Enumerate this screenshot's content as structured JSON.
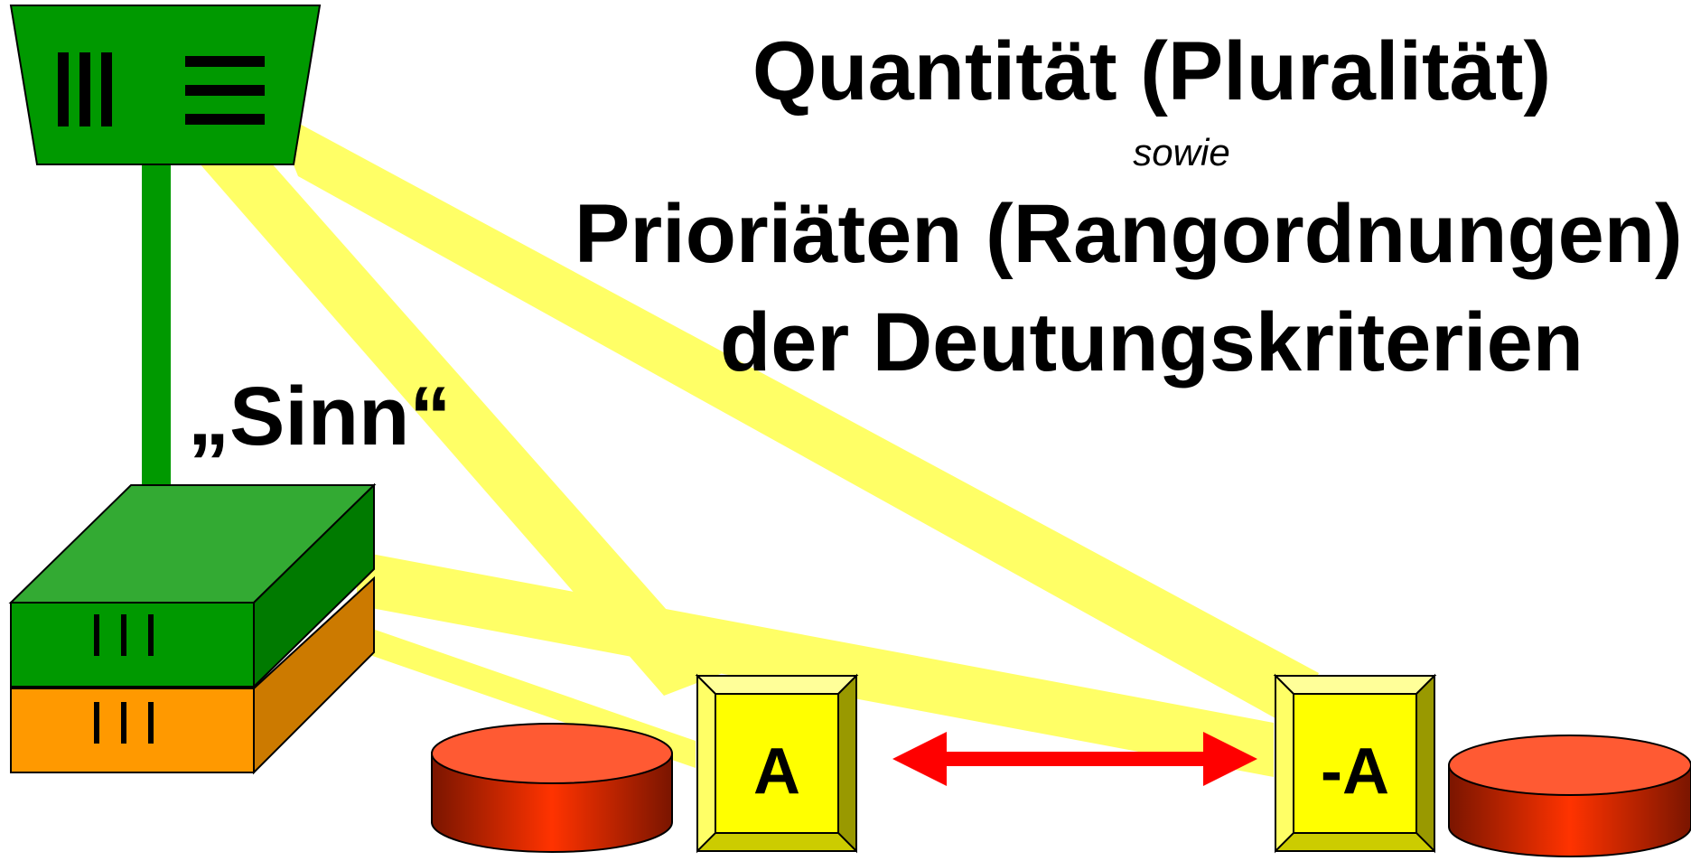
{
  "title": {
    "line1": "Quantität (Pluralität)",
    "connector": "sowie",
    "line2": "Prioriäten (Rangordnungen)",
    "line3": "der Deutungskriterien"
  },
  "sign_label": "„Sinn“",
  "boxes": {
    "left_label": "A",
    "right_label": "-A"
  },
  "colors": {
    "green": "#009900",
    "dark_green": "#007a00",
    "orange": "#ff9900",
    "beam_yellow": "#ffff66",
    "box_yellow": "#ffff00",
    "arrow_red": "#ff0000",
    "disc_red": "#ff3300"
  }
}
